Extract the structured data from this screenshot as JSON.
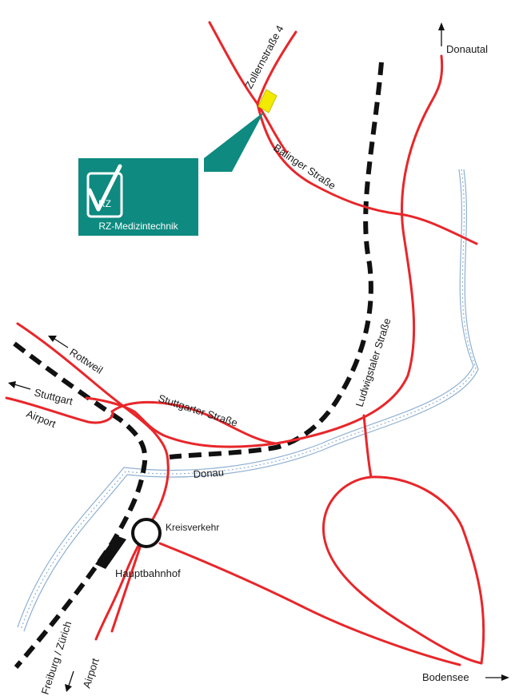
{
  "map": {
    "company": {
      "name": "RZ-Medizintechnik",
      "logo_letters": "RZ",
      "street": "Zollernstraße 4"
    },
    "streets": {
      "balinger": "Balinger Straße",
      "ludwigstaler": "Ludwigstaler Straße",
      "stuttgarter": "Stuttgarter Straße"
    },
    "river": "Donau",
    "places": {
      "roundabout": "Kreisverkehr",
      "station": "Hauptbahnhof"
    },
    "directions": {
      "donautal": "Donautal",
      "rottweil": "Rottweil",
      "stuttgart": "Stuttgart",
      "airport_nw": "Airport",
      "freiburg": "Freiburg / Zürich",
      "airport_s": "Airport",
      "bodensee": "Bodensee"
    },
    "colors": {
      "road": "#e8262a",
      "rail": "#111111",
      "river": "#8fb0d2",
      "logo_panel": "#0e8a80",
      "destination_marker": "#f2ea00",
      "background": "#ffffff"
    }
  }
}
